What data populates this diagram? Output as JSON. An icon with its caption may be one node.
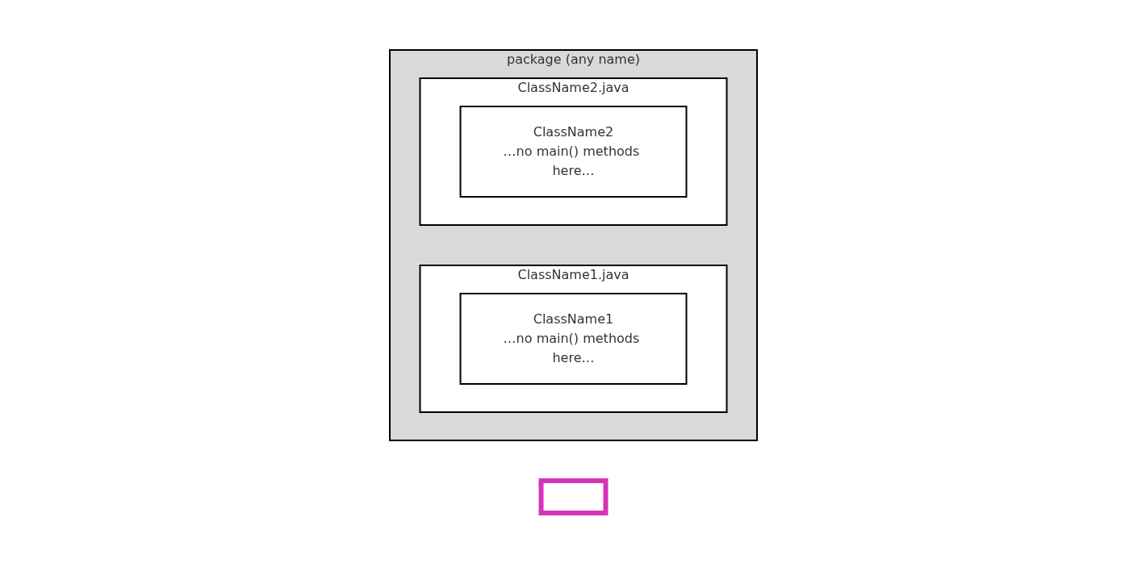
{
  "diagram": {
    "nodes": [
      {
        "text": [],
        "shape": "box"
      },
      {
        "text": [
          "package (any name)"
        ]
      },
      {
        "text": [
          "ClassName1.java"
        ],
        "in": 1
      },
      {
        "text": [
          "ClassName1",
          "…no main() methods here…"
        ],
        "in": 2
      },
      {
        "text": [
          "ClassName2.java"
        ],
        "in": 1
      },
      {
        "text": [
          "ClassName2",
          "…no main() methods here…"
        ],
        "in": 4
      }
    ],
    "edges": []
  }
}
